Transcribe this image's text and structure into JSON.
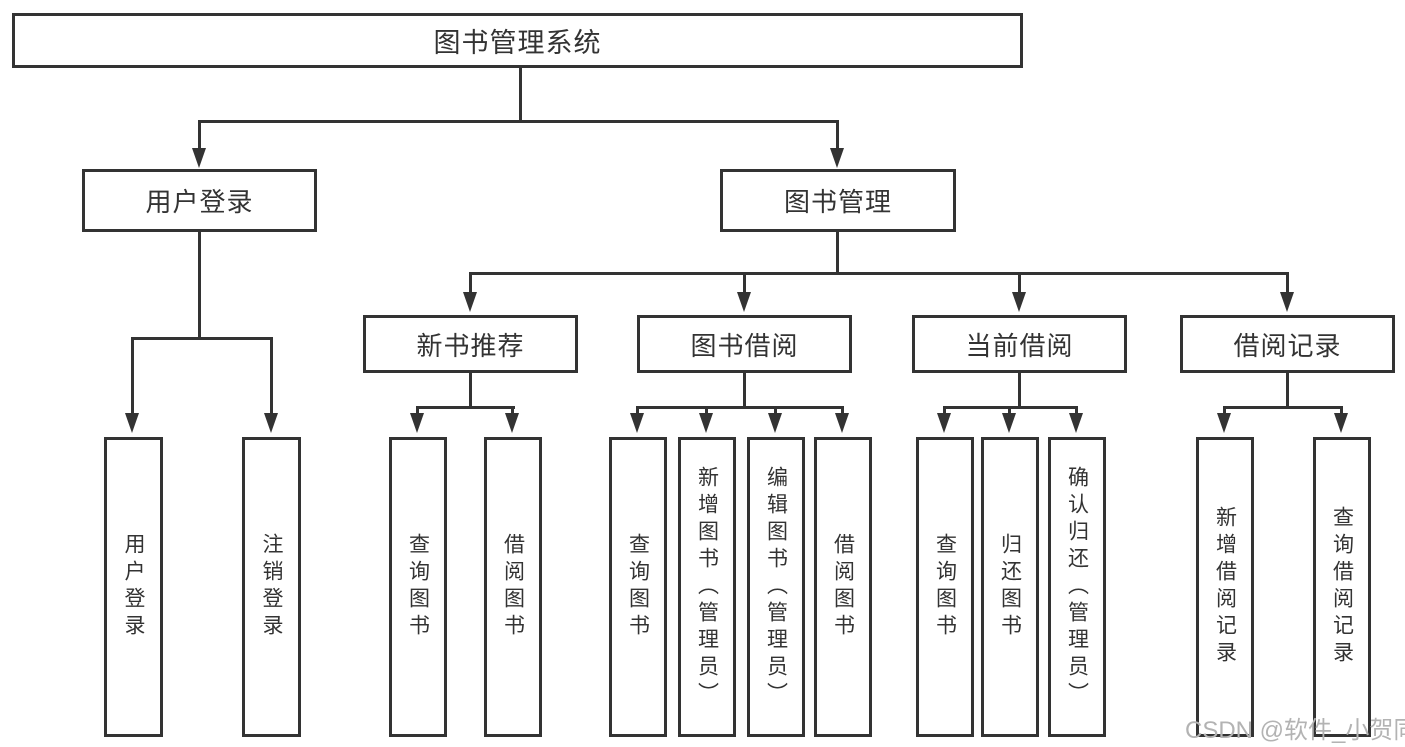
{
  "diagram": {
    "root": {
      "label": "图书管理系统"
    },
    "level2": [
      {
        "label": "用户登录"
      },
      {
        "label": "图书管理"
      }
    ],
    "level3": [
      {
        "label": "新书推荐"
      },
      {
        "label": "图书借阅"
      },
      {
        "label": "当前借阅"
      },
      {
        "label": "借阅记录"
      }
    ],
    "leaves": {
      "user_login": [
        "用户登录",
        "注销登录"
      ],
      "new_book_recommendation": [
        "查询图书",
        "借阅图书"
      ],
      "book_borrowing": [
        "查询图书",
        "新增图书（管理员）",
        "编辑图书（管理员）",
        "借阅图书"
      ],
      "current_borrowing": [
        "查询图书",
        "归还图书",
        "确认归还（管理员）"
      ],
      "borrowing_records": [
        "新增借阅记录",
        "查询借阅记录"
      ]
    }
  },
  "watermark": "CSDN @软件_小贺同学",
  "colors": {
    "line": "#333333",
    "text": "#333333",
    "watermark": "#b3b3b3",
    "background": "#ffffff"
  }
}
